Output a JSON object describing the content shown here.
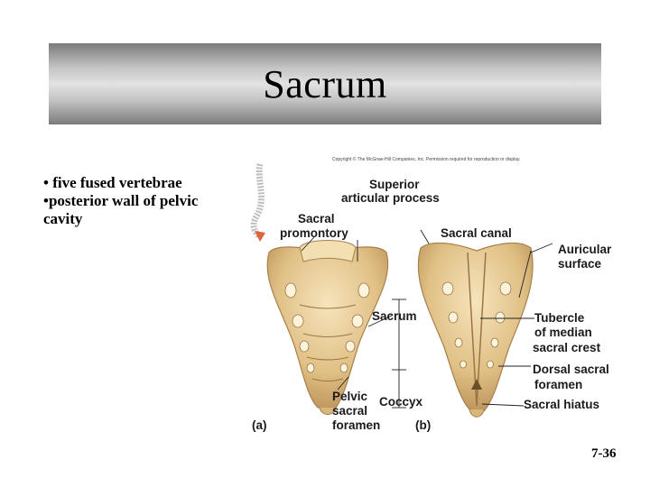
{
  "slide": {
    "title": "Sacrum",
    "bullets": [
      "• five fused vertebrae",
      "•posterior wall of pelvic cavity"
    ],
    "page_number": "7-36"
  },
  "figure": {
    "copyright": "Copyright © The McGraw-Hill Companies, Inc. Permission required for reproduction or display.",
    "labels": {
      "superior_1": "Superior",
      "superior_2": "articular process",
      "promontory_1": "Sacral",
      "promontory_2": "promontory",
      "canal": "Sacral canal",
      "auricular_1": "Auricular",
      "auricular_2": "surface",
      "sacrum": "Sacrum",
      "tubercle_1": "Tubercle",
      "tubercle_2": "of median",
      "tubercle_3": "sacral crest",
      "dorsal_1": "Dorsal sacral",
      "dorsal_2": "foramen",
      "pelvic_1": "Pelvic",
      "pelvic_2": "sacral",
      "pelvic_3": "foramen",
      "coccyx": "Coccyx",
      "hiatus": "Sacral hiatus",
      "a": "(a)",
      "b": "(b)"
    }
  },
  "colors": {
    "bone": "#e2c48a",
    "bone_dark": "#b8935a",
    "bone_light": "#f4e2b8",
    "foramen": "#fbf3dc",
    "highlight": "#e0643a"
  }
}
